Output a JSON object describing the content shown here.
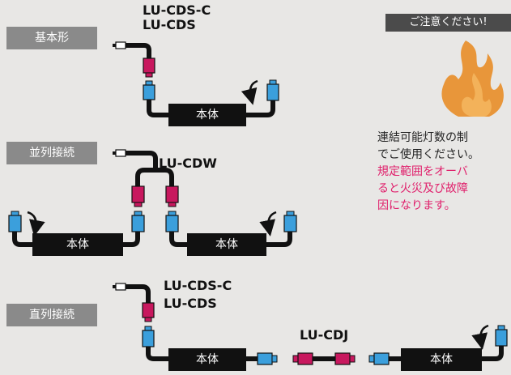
{
  "sections": {
    "basic": "基本形",
    "parallel": "並列接続",
    "series": "直列接続"
  },
  "parts": {
    "lu_cds_c": "LU-CDS-C",
    "lu_cds": "LU-CDS",
    "lu_cdw": "LU-CDW",
    "lu_cdj": "LU-CDJ"
  },
  "unit_label": "本体",
  "caution": {
    "header": "ご注意ください!",
    "line1": "連結可能灯数の制",
    "line2": "でご使用ください。",
    "line3": "規定範囲をオーバ",
    "line4": "ると火災及び故障",
    "line5": "因になります。"
  },
  "colors": {
    "connector_blue": "#3b9fdc",
    "connector_magenta": "#c8185e",
    "cable": "#111111",
    "warning_text": "#e0206c",
    "flame": "#e8963a"
  }
}
